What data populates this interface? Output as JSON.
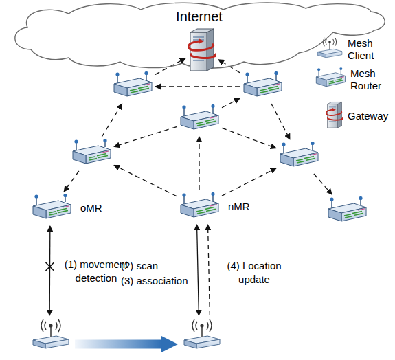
{
  "diagram": {
    "nodes": [
      {
        "text": [
          "Internet"
        ]
      },
      {
        "text": []
      },
      {
        "text": []
      },
      {
        "text": []
      },
      {
        "text": []
      },
      {
        "text": []
      },
      {
        "text": []
      },
      {
        "text": [
          "oMR"
        ]
      },
      {
        "text": [
          "nMR"
        ]
      },
      {
        "text": []
      },
      {
        "text": []
      },
      {
        "text": []
      }
    ],
    "edges": [
      {
        "from": 2,
        "to": 1,
        "arrow": "to"
      },
      {
        "from": 3,
        "to": 1,
        "arrow": "to"
      },
      {
        "from": 3,
        "to": 2,
        "arrow": "to"
      },
      {
        "from": 4,
        "to": 3,
        "arrow": "to"
      },
      {
        "from": 4,
        "to": 5,
        "arrow": "to"
      },
      {
        "from": 4,
        "to": 6,
        "arrow": "to"
      },
      {
        "from": 5,
        "to": 2,
        "arrow": "to"
      },
      {
        "from": 5,
        "to": 7,
        "arrow": "to"
      },
      {
        "from": 3,
        "to": 6,
        "arrow": "to"
      },
      {
        "from": 6,
        "to": 9,
        "arrow": "to"
      },
      {
        "from": 8,
        "to": 4,
        "arrow": "to"
      },
      {
        "from": 8,
        "to": 5,
        "arrow": "to"
      },
      {
        "from": 8,
        "to": 6,
        "arrow": "to"
      },
      {
        "from": 7,
        "to": 10,
        "arrow": "both"
      },
      {
        "from": 8,
        "to": 11,
        "arrow": "both"
      },
      {
        "from": 11,
        "to": 8,
        "arrow": "to"
      },
      {
        "from": 10,
        "to": 11,
        "arrow": "to"
      }
    ],
    "labels": [
      "(1) movement detection",
      "(2) scan",
      "(3) association",
      "(4) Location update"
    ],
    "legend": [
      {
        "text": "Mesh Client"
      },
      {
        "text": "Mesh Router"
      },
      {
        "text": "Gateway"
      }
    ]
  }
}
